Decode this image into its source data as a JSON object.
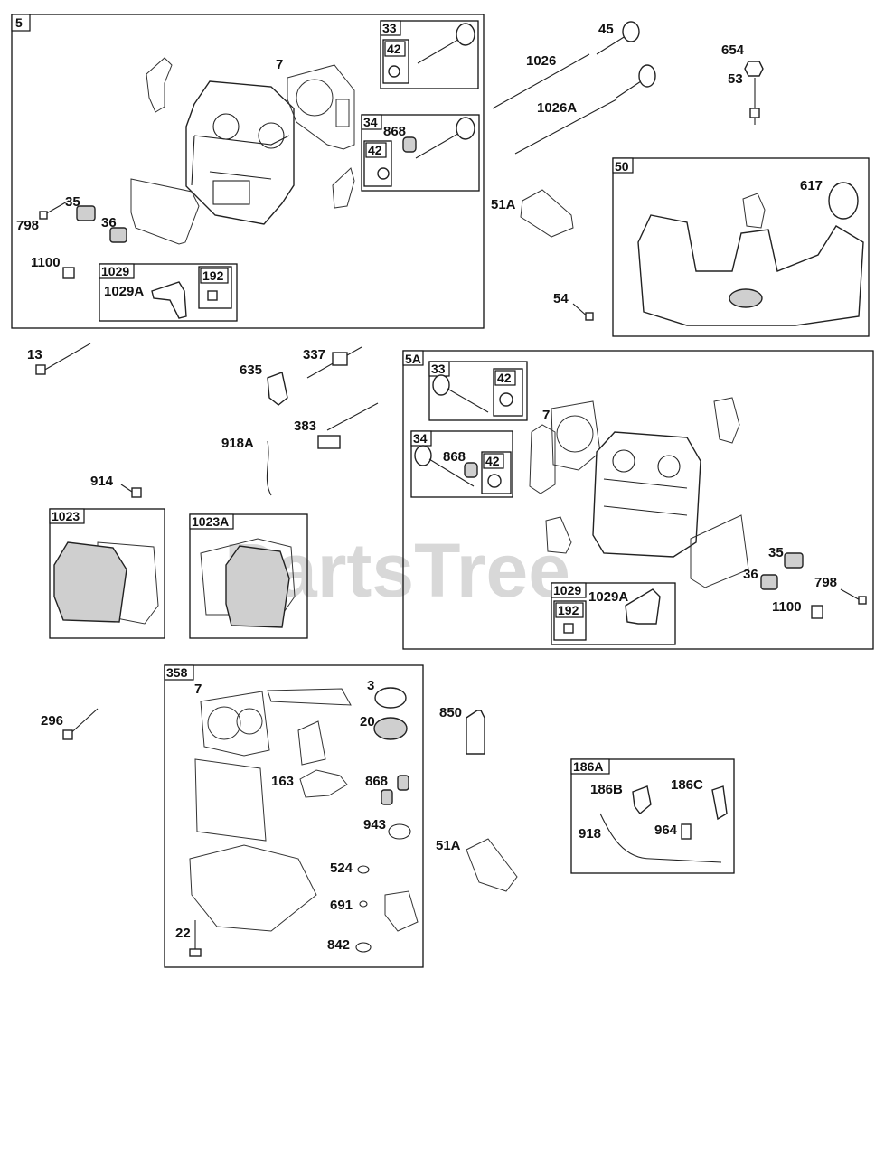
{
  "watermark": "PartsTree",
  "group_tags": {
    "g5": "5",
    "g33a": "33",
    "g42a": "42",
    "g34a": "34",
    "g42b": "42",
    "g1029a": "1029",
    "g192a": "192",
    "g50": "50",
    "g5A": "5A",
    "g33b": "33",
    "g42c": "42",
    "g34b": "34",
    "g42d": "42",
    "g1029b": "1029",
    "g192b": "192",
    "g1023": "1023",
    "g1023A": "1023A",
    "g358": "358",
    "g186A": "186A"
  },
  "part_labels": {
    "p7a": "7",
    "p868a": "868",
    "p35a": "35",
    "p798a": "798",
    "p36a": "36",
    "p1100a": "1100",
    "p1029Aa": "1029A",
    "p45": "45",
    "p1026": "1026",
    "p1026A": "1026A",
    "p654": "654",
    "p53": "53",
    "p617": "617",
    "p51Aa": "51A",
    "p54": "54",
    "p13": "13",
    "p337": "337",
    "p635": "635",
    "p383": "383",
    "p918A": "918A",
    "p914": "914",
    "p7b": "7",
    "p868b": "868",
    "p35b": "35",
    "p36b": "36",
    "p798b": "798",
    "p1100b": "1100",
    "p1029Ab": "1029A",
    "p296": "296",
    "p7c": "7",
    "p3": "3",
    "p20": "20",
    "p163": "163",
    "p868c": "868",
    "p943": "943",
    "p524": "524",
    "p691": "691",
    "p22": "22",
    "p842": "842",
    "p850": "850",
    "p51Ab": "51A",
    "p186B": "186B",
    "p186C": "186C",
    "p918": "918",
    "p964": "964"
  }
}
